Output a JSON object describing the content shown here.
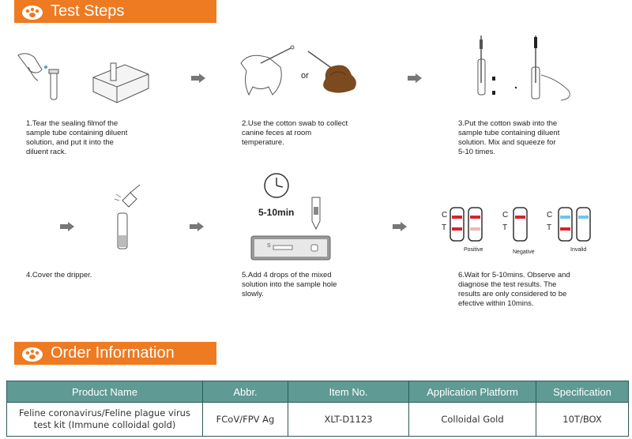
{
  "banners": {
    "test_steps": "Test Steps",
    "order_information": "Order Information"
  },
  "colors": {
    "banner": "#ee7a22",
    "table_header": "#5f9a94"
  },
  "steps": [
    {
      "text": "1.Tear the sealing filmof  the\nsample  tube containing diluent\nsolution,   and put it into the\ndiluent rack."
    },
    {
      "text": "2.Use the cotton swab to collect\ncanine feces at room\ntemperature.",
      "or_label": "or"
    },
    {
      "text": "3.Put the cotton swab into the\nsample tube containing diluent\nsolution. Mix and squeeze for\n5-10 times."
    },
    {
      "text": "4.Cover the dripper."
    },
    {
      "text": "5.Add 4 drops of the mixed\nsolution into the sample hole\nslowly.",
      "timer_label": "5-10min",
      "device_sample_mark": "S"
    },
    {
      "text": "6.Wait for 5-10mins. Observe and\ndiagnose the test results. The\nresults are only considered to be\nefective within 10mins.",
      "line_c": "C",
      "line_t": "T",
      "results": [
        "Positive",
        "Negative",
        "Invalid"
      ]
    }
  ],
  "order_table": {
    "headers": [
      "Product Name",
      "Abbr.",
      "Item No.",
      "Application Platform",
      "Specification"
    ],
    "rows": [
      [
        "Feline coronavirus/Feline plague virus\ntest kit (Immune colloidal gold)",
        "FCoV/FPV Ag",
        "XLT-D1123",
        "Colloidal Gold",
        "10T/BOX"
      ]
    ]
  }
}
